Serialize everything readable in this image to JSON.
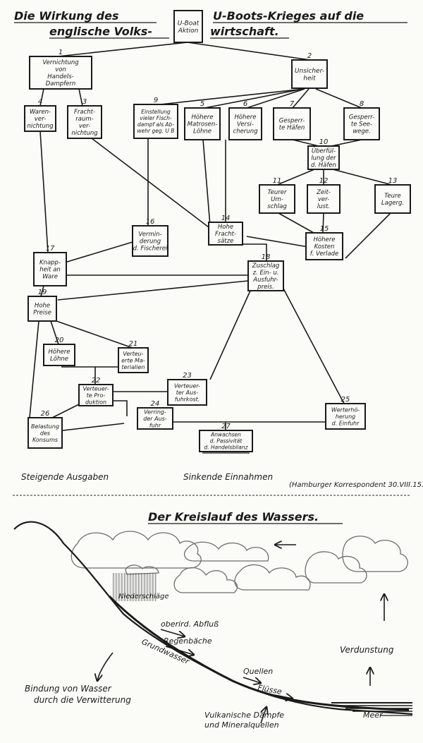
{
  "diagram1": {
    "title_left_1": "Die Wirkung des",
    "title_left_2": "englische Volks-",
    "title_right_1": "U-Boots-Krieges auf die",
    "title_right_2": "wirtschaft.",
    "nodes": [
      {
        "id": "root",
        "num": "",
        "lines": [
          "U-Boat",
          "Aktion"
        ]
      },
      {
        "id": "n1",
        "num": "1",
        "lines": [
          "Vernichtung",
          "von",
          "Handels-",
          "Dampfern"
        ]
      },
      {
        "id": "n2",
        "num": "2",
        "lines": [
          "Unsicher-",
          "heit"
        ]
      },
      {
        "id": "n3",
        "num": "3",
        "lines": [
          "Fracht-",
          "raum-",
          "ver-",
          "nichtung"
        ]
      },
      {
        "id": "n4",
        "num": "4",
        "lines": [
          "Waren-",
          "ver-",
          "nichtung"
        ]
      },
      {
        "id": "n5",
        "num": "5",
        "lines": [
          "Höhere",
          "Matrosen-",
          "Löhne"
        ]
      },
      {
        "id": "n6",
        "num": "6",
        "lines": [
          "Höhere",
          "Versi-",
          "cherung"
        ]
      },
      {
        "id": "n7",
        "num": "7",
        "lines": [
          "Gesperr-",
          "te Häfen"
        ]
      },
      {
        "id": "n8",
        "num": "8",
        "lines": [
          "Gesperr-",
          "te See-",
          "wege."
        ]
      },
      {
        "id": "n9",
        "num": "9",
        "lines": [
          "Einstellung",
          "vieler Fisch-",
          "dampf als Ab-",
          "wehr geg. U B"
        ]
      },
      {
        "id": "n10",
        "num": "10",
        "lines": [
          "Überfül-",
          "lung der",
          "d. Häfen"
        ]
      },
      {
        "id": "n11",
        "num": "11",
        "lines": [
          "Teurer",
          "Um-",
          "schlag"
        ]
      },
      {
        "id": "n12",
        "num": "12",
        "lines": [
          "Zeit-",
          "ver-",
          "lust."
        ]
      },
      {
        "id": "n13",
        "num": "13",
        "lines": [
          "Teure",
          "Lagerg."
        ]
      },
      {
        "id": "n14",
        "num": "14",
        "lines": [
          "Hohe",
          "Fracht-",
          "sätze"
        ]
      },
      {
        "id": "n15",
        "num": "15",
        "lines": [
          "Höhere",
          "Kosten",
          "f. Verlade"
        ]
      },
      {
        "id": "n16",
        "num": "16",
        "lines": [
          "Vermin-",
          "derung",
          "d. Fischerei"
        ]
      },
      {
        "id": "n17",
        "num": "17",
        "lines": [
          "Knapp-",
          "heit an",
          "Ware"
        ]
      },
      {
        "id": "n18",
        "num": "18",
        "lines": [
          "Zuschlag",
          "z. Ein- u.",
          "Ausfuhr-",
          "preis."
        ]
      },
      {
        "id": "n19",
        "num": "19",
        "lines": [
          "Hohe",
          "Preise"
        ]
      },
      {
        "id": "n20",
        "num": "20",
        "lines": [
          "Höhere",
          "Löhne"
        ]
      },
      {
        "id": "n21",
        "num": "21",
        "lines": [
          "Verteu-",
          "erte Ma-",
          "terialien"
        ]
      },
      {
        "id": "n22",
        "num": "22",
        "lines": [
          "Verteuer-",
          "te Pro-",
          "duktion"
        ]
      },
      {
        "id": "n23",
        "num": "23",
        "lines": [
          "Verteuer-",
          "ter Aus-",
          "fuhrkost."
        ]
      },
      {
        "id": "n24",
        "num": "24",
        "lines": [
          "Verring-",
          "der Aus-",
          "fuhr"
        ]
      },
      {
        "id": "n25",
        "num": "25",
        "lines": [
          "Werterhö-",
          "herung",
          "d. Einfuhr"
        ]
      },
      {
        "id": "n26",
        "num": "26",
        "lines": [
          "Belastung",
          "des",
          "Konsums"
        ]
      },
      {
        "id": "n27",
        "num": "27",
        "lines": [
          "Anwachsen",
          "d. Passivität",
          "d. Handelsbilanz"
        ]
      }
    ],
    "footer_left": "Steigende Ausgaben",
    "footer_mid": "Sinkende Einnahmen",
    "source": "(Hamburger Korrespondent 30.VIII.15."
  },
  "diagram2": {
    "title": "Der Kreislauf des Wassers.",
    "labels": {
      "niederschlaege": "Niederschläge",
      "abfluss": "oberird. Abfluß",
      "regenbaeche": "Regenbäche",
      "grundwasser": "Grundwasser",
      "quellen": "Quellen",
      "fluesse": "Flüsse",
      "verdunstung": "Verdunstung",
      "bindung_1": "Bindung von Wasser",
      "bindung_2": "durch die Verwitterung",
      "vulkan_1": "Vulkanische Dämpfe",
      "vulkan_2": "und Mineralquellen",
      "meer": "Meer"
    }
  },
  "colors": {
    "ink": "#1a1a1a",
    "paper": "#fbfbf8",
    "faint": "#9a9a9a"
  }
}
